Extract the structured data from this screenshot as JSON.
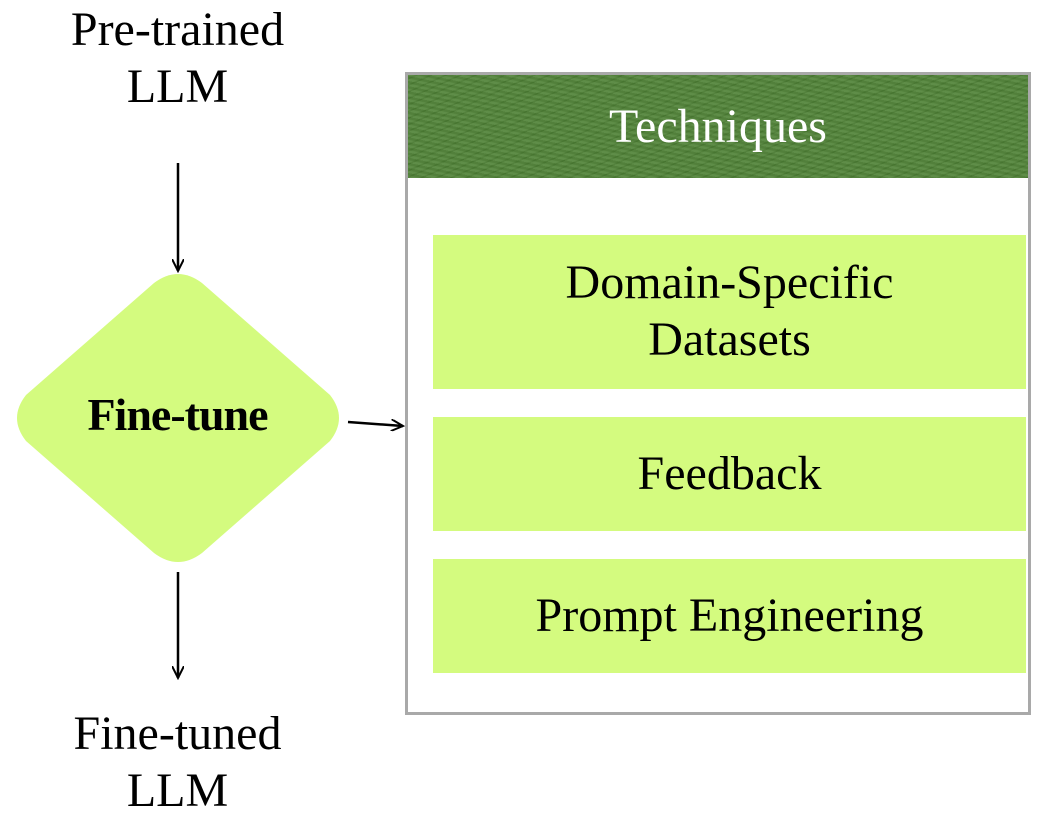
{
  "input": {
    "line1": "Pre-trained",
    "line2": "LLM"
  },
  "decision": {
    "label": "Fine-tune"
  },
  "output": {
    "line1": "Fine-tuned",
    "line2": "LLM"
  },
  "techniques": {
    "title": "Techniques",
    "items": [
      {
        "line1": "Domain-Specific",
        "line2": "Datasets"
      },
      {
        "line1": "Feedback"
      },
      {
        "line1": "Prompt Engineering"
      }
    ]
  },
  "colors": {
    "header_green": "#4f8236",
    "item_green": "#d4fb7f",
    "panel_border": "#a9a9a9"
  }
}
